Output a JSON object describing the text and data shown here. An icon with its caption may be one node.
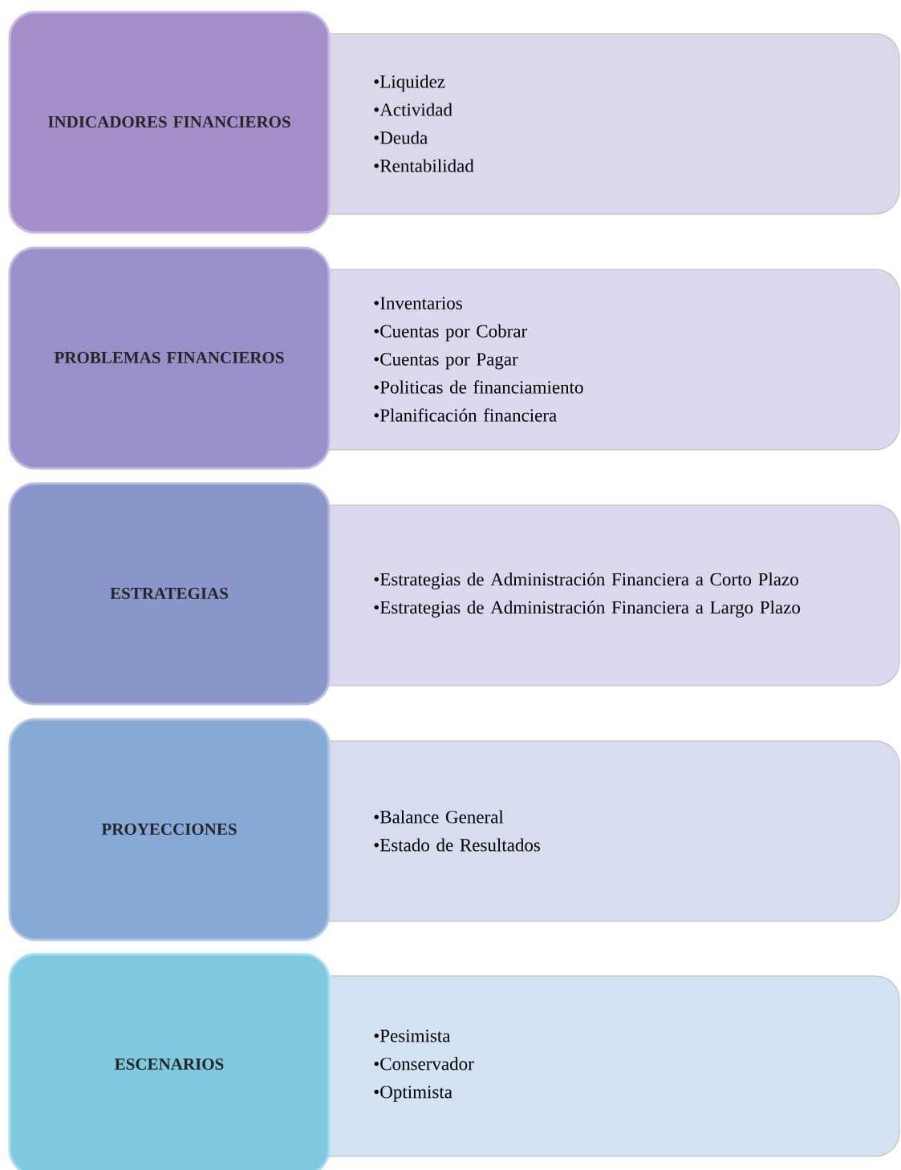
{
  "diagram": {
    "nodes": [
      {
        "text": [
          "INDICADORES FINANCIEROS"
        ]
      },
      {
        "text": [
          "•Liquidez",
          "•Actividad",
          "•Deuda",
          "•Rentabilidad"
        ]
      },
      {
        "text": [
          "PROBLEMAS FINANCIEROS"
        ]
      },
      {
        "text": [
          "•Inventarios",
          "•Cuentas por Cobrar",
          "•Cuentas por Pagar",
          "•Politicas de financiamiento",
          "•Planificación financiera"
        ]
      },
      {
        "text": [
          "ESTRATEGIAS"
        ]
      },
      {
        "text": [
          "•Estrategias de Administración Financiera a Corto Plazo",
          "•Estrategias de Administración Financiera a Largo Plazo"
        ]
      },
      {
        "text": [
          "PROYECCIONES"
        ]
      },
      {
        "text": [
          "•Balance General",
          "•Estado de Resultados"
        ]
      },
      {
        "text": [
          "ESCENARIOS"
        ]
      },
      {
        "text": [
          "•Pesimista",
          "•Conservador",
          "•Optimista"
        ]
      }
    ]
  }
}
